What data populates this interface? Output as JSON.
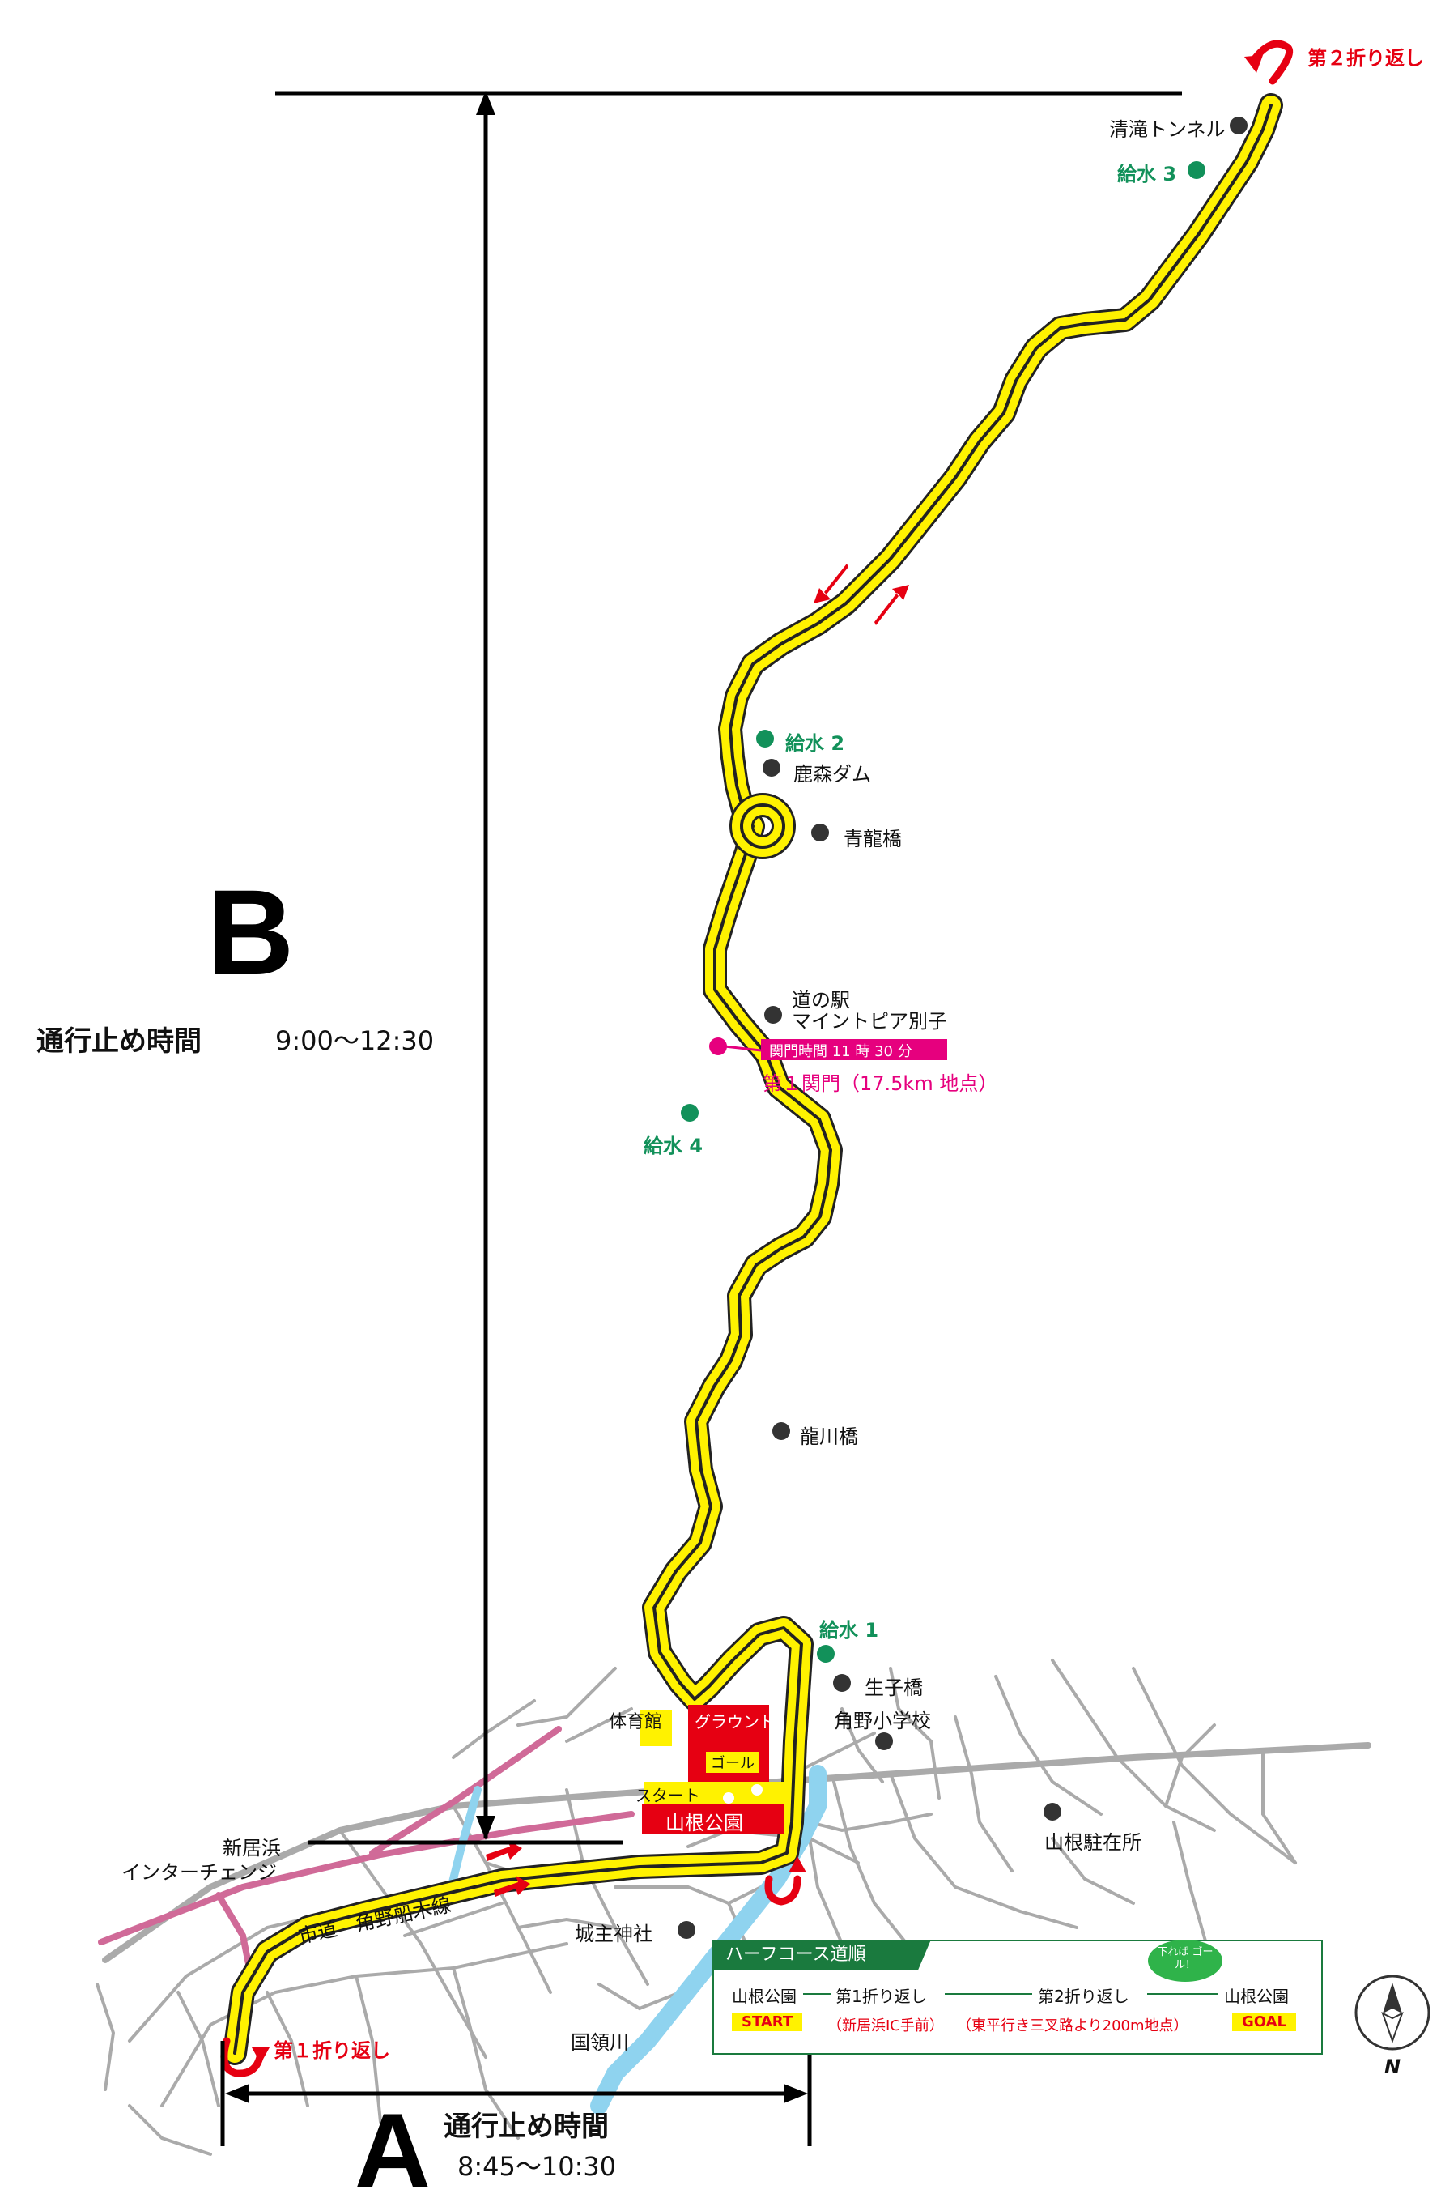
{
  "colors": {
    "route": "#fff200",
    "route_outline": "#222222",
    "road": "#aaaaaa",
    "expressway": "#d06a98",
    "river": "#8fd3ef",
    "water_station": "#12915a",
    "checkpoint": "#e6007e",
    "turnaround": "#e60012",
    "legend": "#1a7a3e"
  },
  "sections": {
    "a": {
      "letter": "A",
      "label": "通行止め時間",
      "time": "8:45〜10:30"
    },
    "b": {
      "letter": "B",
      "label": "通行止め時間",
      "time": "9:00〜12:30"
    }
  },
  "turnarounds": {
    "first": "第１折り返し",
    "second": "第２折り返し"
  },
  "water_stations": {
    "w1": "給水 1",
    "w2": "給水 2",
    "w3": "給水 3",
    "w4": "給水 4"
  },
  "checkpoint": {
    "time": "関門時間 11 時 30 分",
    "name": "第１関門（17.5km 地点）"
  },
  "landmarks": {
    "tunnel": "清滝トンネル",
    "dam": "鹿森ダム",
    "seiryu_bridge": "青龍橋",
    "michinoeki_1": "道の駅",
    "michinoeki_2": "マイントピア別子",
    "ryusen_bridge": "龍川橋",
    "ikuko_bridge": "生子橋",
    "school": "角野小学校",
    "yamane_office": "山根駐在所",
    "shrine": "城主神社",
    "river": "国領川",
    "ic_1": "新居浜",
    "ic_2": "インターチェンジ",
    "city_road": "市道　角野船木線"
  },
  "park": {
    "gym": "体育館",
    "ground": "グラウンド",
    "goal": "ゴール",
    "start": "スタート",
    "name": "山根公園"
  },
  "legend": {
    "title": "ハーフコース道順",
    "p1": "山根公園",
    "p2": "第1折り返し",
    "p3": "第2折り返し",
    "p4": "山根公園",
    "start_tag": "START",
    "goal_tag": "GOAL",
    "note1": "（新居浜IC手前）",
    "note2": "（東平行き三叉路より200m地点）",
    "bubble": "下れば ゴール！"
  },
  "compass": "N"
}
